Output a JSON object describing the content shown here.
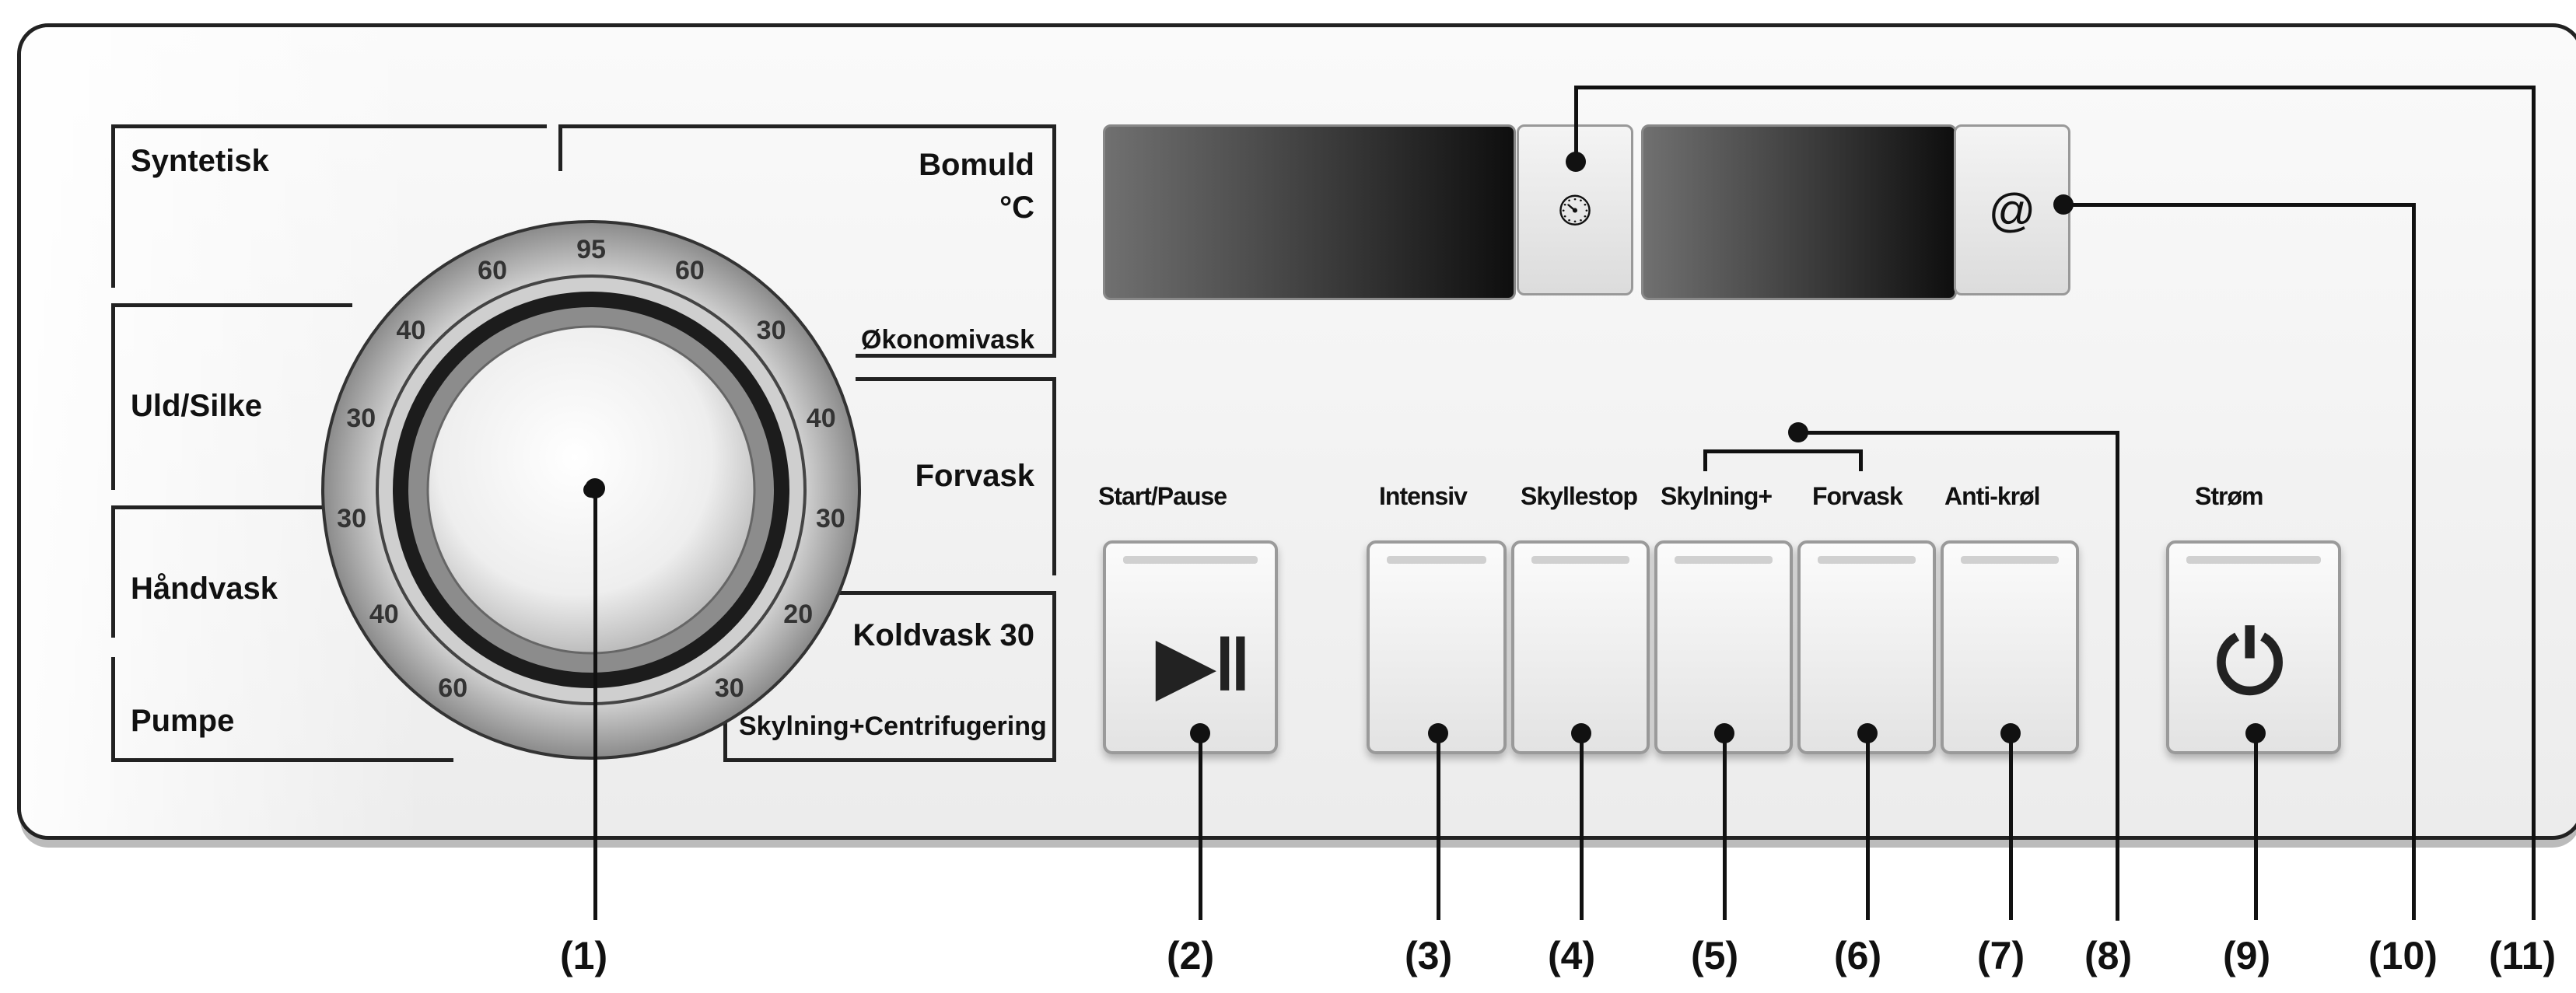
{
  "programs_left": [
    "Syntetisk",
    "Uld/Silke",
    "Håndvask",
    "Pumpe"
  ],
  "programs_right": {
    "bomuld": "Bomuld",
    "bomuld_unit": "°C",
    "oekonomivask": "Økonomivask",
    "forvask": "Forvask",
    "koldvask": "Koldvask 30",
    "skylning_centrifugering": "Skylning+Centrifugering"
  },
  "dial_temps": [
    "60",
    "40",
    "30",
    "30",
    "40",
    "60",
    "95",
    "60",
    "30",
    "40",
    "30",
    "20",
    "30"
  ],
  "button_labels": {
    "start_pause": "Start/Pause",
    "intensiv": "Intensiv",
    "skylnestop": "Skyllestop",
    "skylning_plus": "Skylning+",
    "forvask": "Forvask",
    "antikroel": "Anti-krøl",
    "stroem": "Strøm"
  },
  "icons": {
    "timer": "clock-icon",
    "spin": "spin-icon",
    "start_pause": "play-pause-icon",
    "power": "power-icon"
  },
  "callouts": [
    "(1)",
    "(2)",
    "(3)",
    "(4)",
    "(5)",
    "(6)",
    "(7)",
    "(8)",
    "(9)",
    "(10)",
    "(11)"
  ]
}
